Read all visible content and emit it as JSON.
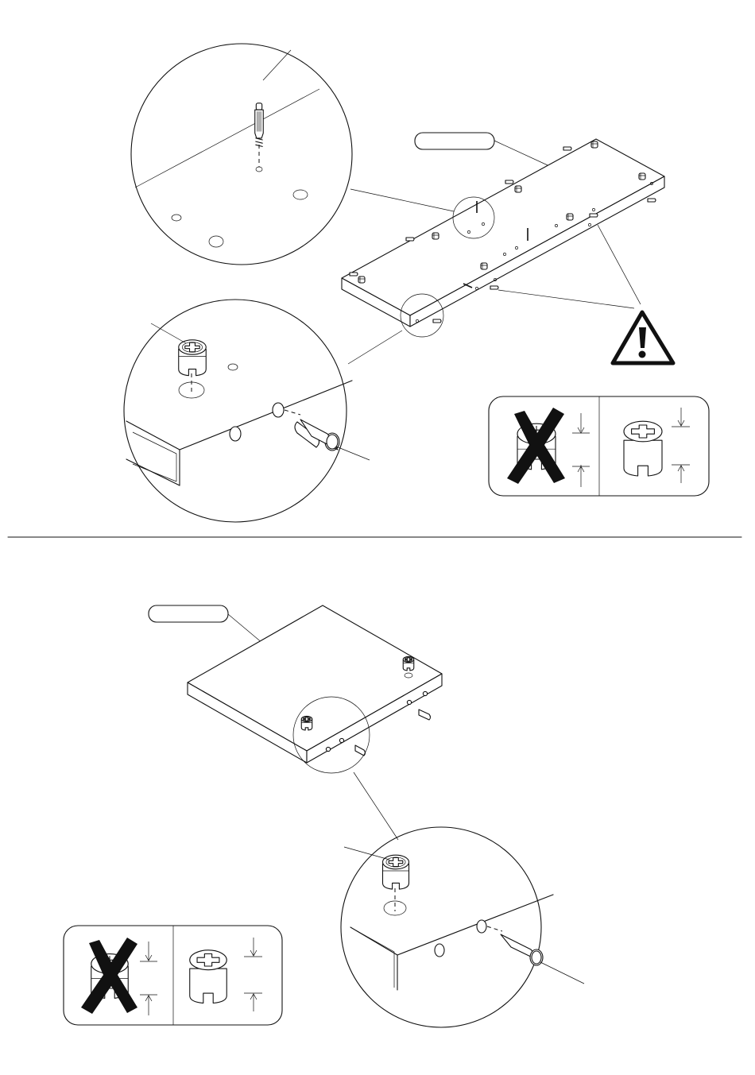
{
  "page": {
    "background": "#ffffff",
    "line_color": "#111111"
  },
  "labels": {
    "step1_part_tag": "",
    "step2_part_tag": ""
  },
  "icons": {
    "warning": "warning-triangle-icon",
    "wrong": "cross-mark-icon"
  },
  "steps": [
    {
      "part": "long-panel",
      "fittings": [
        "cam-dowel",
        "cam-lock",
        "wooden-dowel"
      ],
      "callouts": [
        "dowel-detail",
        "cam-lock-detail"
      ],
      "orientation_guide": [
        "wrong",
        "correct"
      ]
    },
    {
      "part": "square-panel",
      "fittings": [
        "cam-lock",
        "wooden-dowel"
      ],
      "callouts": [
        "cam-lock-detail"
      ],
      "orientation_guide": [
        "wrong",
        "correct"
      ]
    }
  ]
}
